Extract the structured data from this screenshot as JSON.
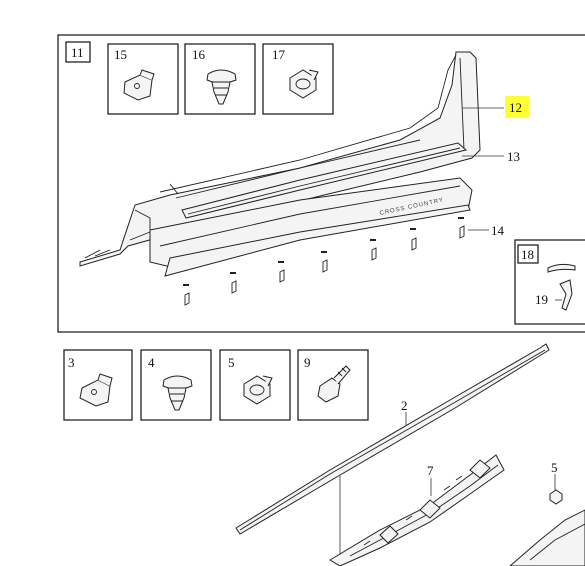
{
  "callouts": {
    "group_main": "11",
    "group_side": "18",
    "c2": "2",
    "c3": "3",
    "c4": "4",
    "c5": "5",
    "c5b": "5",
    "c7": "7",
    "c9": "9",
    "c12": "12",
    "c13": "13",
    "c14": "14",
    "c15": "15",
    "c16": "16",
    "c17": "17",
    "c19": "19"
  },
  "badge_text": "CROSS COUNTRY",
  "highlight_color": "#ffff33"
}
